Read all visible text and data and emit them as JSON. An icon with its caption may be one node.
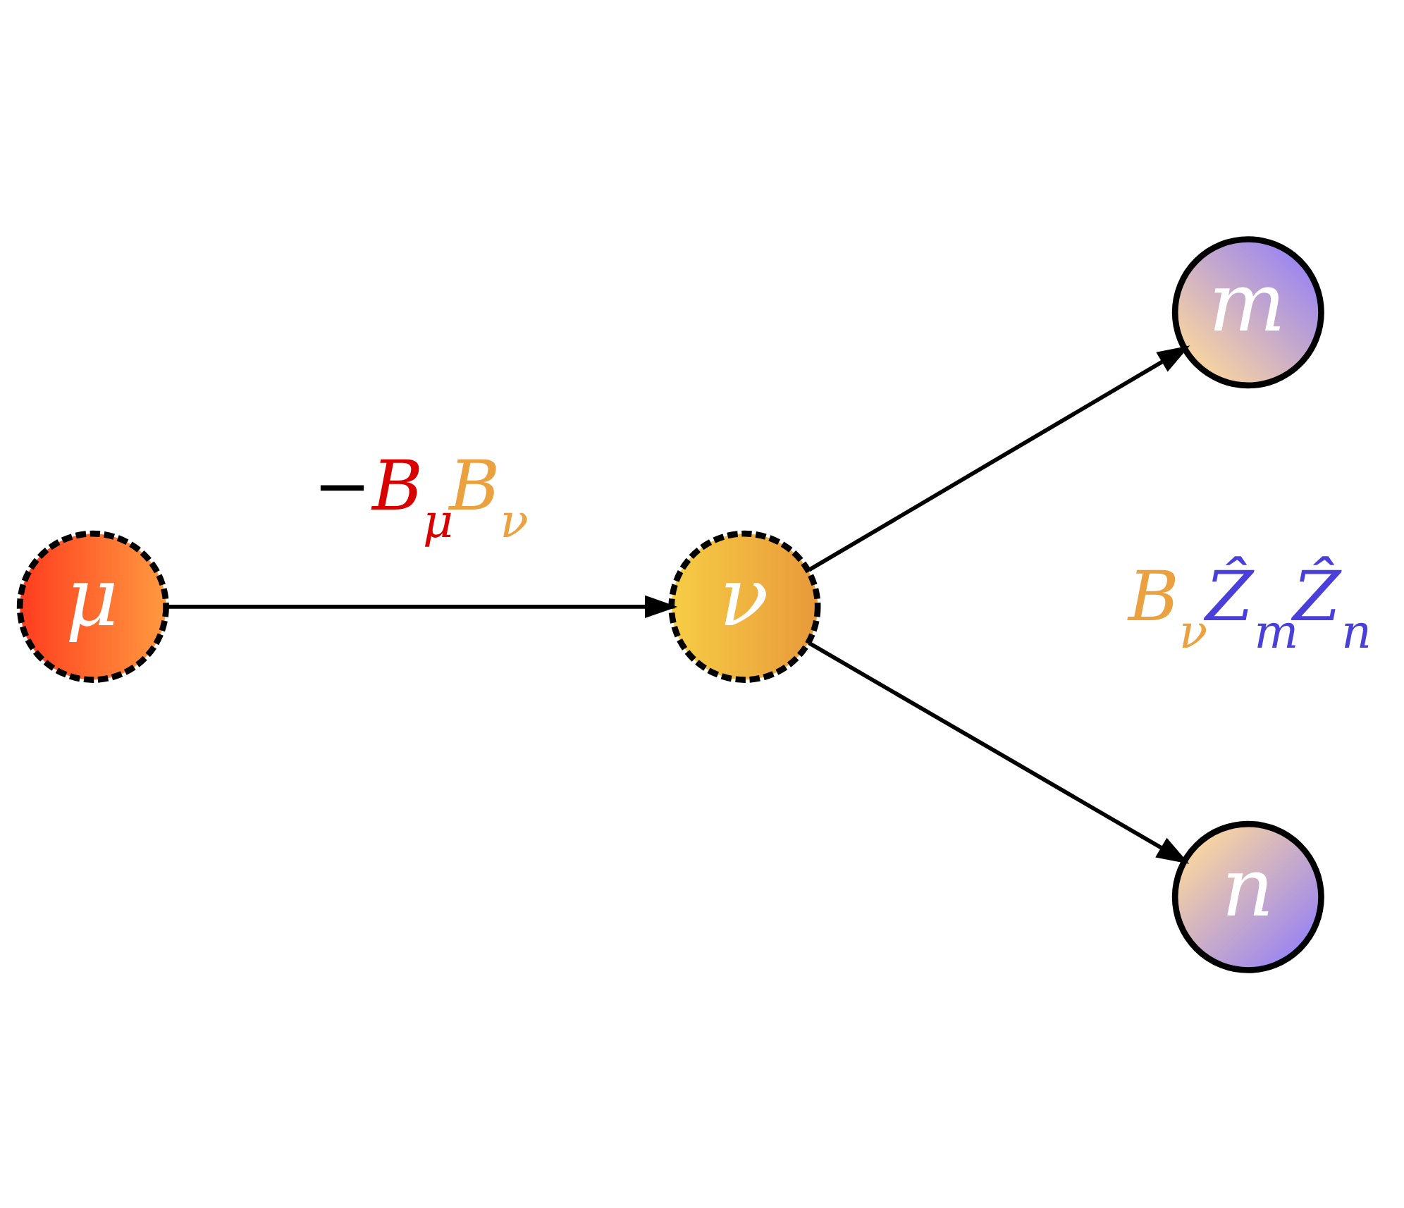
{
  "diagram": {
    "nodes": [
      {
        "text": [
          "μ"
        ]
      },
      {
        "text": [
          "ν"
        ]
      },
      {
        "text": [
          "m"
        ]
      },
      {
        "text": [
          "n"
        ]
      }
    ],
    "edges": [
      {
        "from": 0,
        "to": 1,
        "arrow": "to",
        "label": "−B$_{μ}$B$_{ν}$"
      },
      {
        "from": 1,
        "to": 2,
        "arrow": "to"
      },
      {
        "from": 1,
        "to": 3,
        "arrow": "to"
      }
    ],
    "labels": [
      "B$_{ν}$Ẑ$_{m}$Ẑ$_{n}$"
    ]
  }
}
